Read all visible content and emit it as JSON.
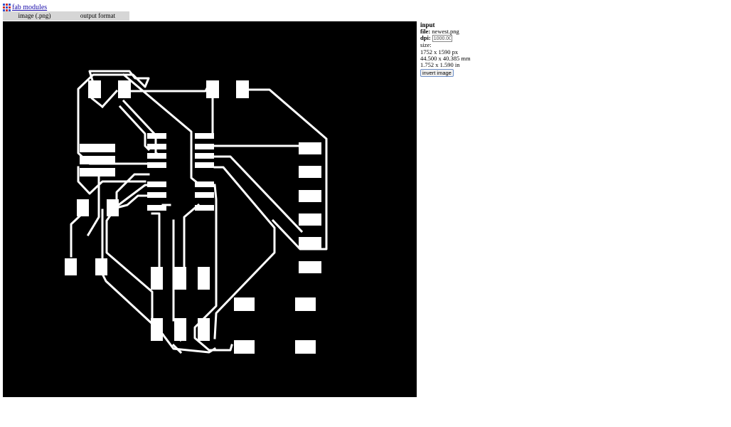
{
  "header": {
    "app_title": "fab modules",
    "logo_icon": "grid-logo-icon"
  },
  "menu": {
    "items": [
      {
        "label": "image (.png)"
      },
      {
        "label": "output format"
      }
    ]
  },
  "canvas": {
    "background": "#000000",
    "trace_color": "#ffffff",
    "description_icon": "pcb-trace-image"
  },
  "panel": {
    "title": "input",
    "file_label": "file:",
    "file_value": "newest.png",
    "dpi_label": "dpi:",
    "dpi_value": "1000.00",
    "size_label": "size:",
    "size_px": "1752 x 1590 px",
    "size_mm": "44.500 x 40.385 mm",
    "size_in": "1.752 x 1.590 in",
    "invert_label": "invert image"
  }
}
